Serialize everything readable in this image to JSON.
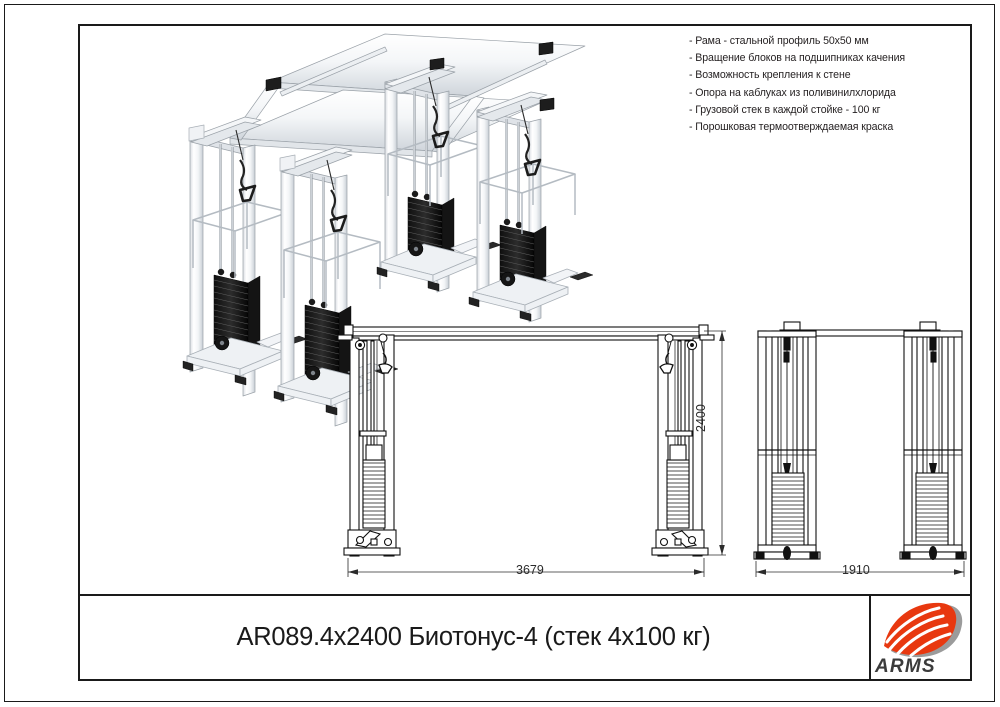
{
  "sheet": {
    "title": "AR089.4x2400 Биотонус-4 (стек 4x100 кг)",
    "bg_color": "#ffffff",
    "border_color": "#1a1a1a"
  },
  "features": {
    "items": [
      "- Рама - стальной профиль 50х50 мм",
      "- Вращение блоков на подшипниках качения",
      "- Возможность крепления к стене",
      "- Опора на каблуках из поливинилхлорида",
      "- Грузовой стек в каждой стойке - 100 кг",
      "- Порошковая термоотверждаемая краска"
    ]
  },
  "dimensions": {
    "width_front": "3679",
    "height_front": "2400",
    "width_side": "1910"
  },
  "logo": {
    "wordmark": "ARMS",
    "red": "#E8380F",
    "gray": "#9b9b9b",
    "text_color": "#3b3b3b",
    "icon_name": "arms-swoosh-logo"
  },
  "views": {
    "isometric": {
      "label": "isometric-3d-render",
      "frame_color": "#f2f4f6",
      "stack_color": "#1a1a1a",
      "towers": 4
    },
    "front": {
      "label": "front-elevation",
      "line_color": "#111111",
      "towers": 2
    },
    "side": {
      "label": "side-elevation",
      "line_color": "#111111",
      "towers": 2
    }
  }
}
